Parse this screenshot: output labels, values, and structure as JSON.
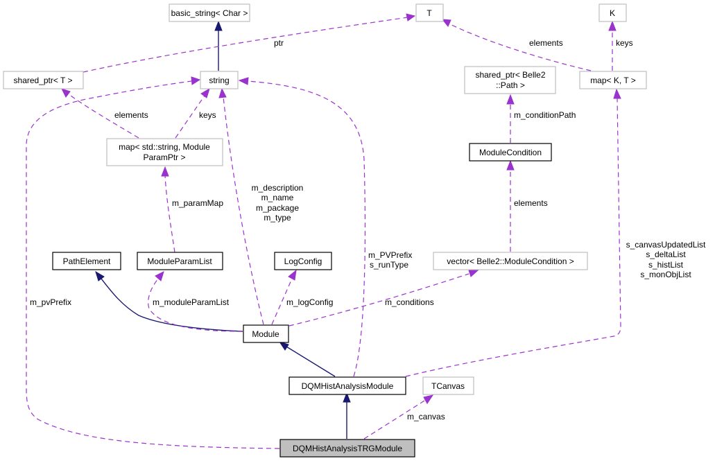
{
  "diagram": {
    "title": "Collaboration diagram for DQMHistAnalysisTRGModule",
    "colors": {
      "inheritance_edge": "#191970",
      "usage_edge": "#9a32cd",
      "external_node_border": "#bfbfbf",
      "documented_node_border": "#000000",
      "focus_node_fill": "#bfbfbf"
    },
    "nodes": {
      "basic_string": {
        "label": "basic_string< Char >"
      },
      "T": {
        "label": "T"
      },
      "K": {
        "label": "K"
      },
      "shared_ptr_T": {
        "label": "shared_ptr< T >"
      },
      "string": {
        "label": "string"
      },
      "shared_ptr_path": {
        "line1": "shared_ptr< Belle2",
        "line2": "::Path >"
      },
      "map_KT": {
        "label": "map< K, T >"
      },
      "map_param": {
        "line1": "map< std::string, Module",
        "line2": "ParamPtr >"
      },
      "module_condition": {
        "label": "ModuleCondition"
      },
      "path_element": {
        "label": "PathElement"
      },
      "module_param_list": {
        "label": "ModuleParamList"
      },
      "log_config": {
        "label": "LogConfig"
      },
      "vector_condition": {
        "label": "vector< Belle2::ModuleCondition >"
      },
      "module": {
        "label": "Module"
      },
      "dqm_hist_analysis_module": {
        "label": "DQMHistAnalysisModule"
      },
      "tcanvas": {
        "label": "TCanvas"
      },
      "dqm_hist_analysis_trg_module": {
        "label": "DQMHistAnalysisTRGModule"
      }
    },
    "edge_labels": {
      "ptr": "ptr",
      "elements_T": "elements",
      "keys_K": "keys",
      "elements_shared": "elements",
      "keys_string": "keys",
      "m_conditionPath": "m_conditionPath",
      "m_paramMap": "m_paramMap",
      "string_members": [
        "m_description",
        "m_name",
        "m_package",
        "m_type"
      ],
      "elements_condition": "elements",
      "pv_members": [
        "m_PVPrefix",
        "s_runType"
      ],
      "static_lists": [
        "s_canvasUpdatedList",
        "s_deltaList",
        "s_histList",
        "s_monObjList"
      ],
      "m_pvPrefix": "m_pvPrefix",
      "m_moduleParamList": "m_moduleParamList",
      "m_logConfig": "m_logConfig",
      "m_conditions": "m_conditions",
      "m_canvas": "m_canvas"
    }
  }
}
